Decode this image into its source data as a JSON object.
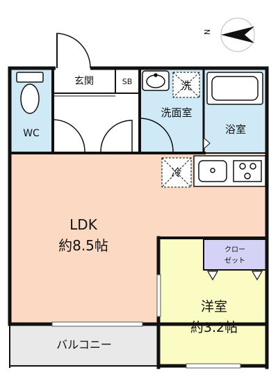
{
  "floorplan": {
    "compass": {
      "north_label": "N"
    },
    "rooms": {
      "genkan": "玄関",
      "shoe_box": "SB",
      "wc": "WC",
      "washroom": "洗面室",
      "washer": "洗",
      "bathroom": "浴室",
      "fridge": "冷",
      "ldk_name": "LDK",
      "ldk_size": "約8.5帖",
      "closet_line1": "クロー",
      "closet_line2": "ゼット",
      "western_name": "洋室",
      "western_size": "約3.2帖",
      "balcony": "バルコニー"
    },
    "colors": {
      "ldk": "#fcd9c2",
      "wet_area": "#cfe9f7",
      "western": "#fbfcc4",
      "closet": "#d4d2f5",
      "balcony": "#e9e9e9",
      "wall": "#111111"
    }
  }
}
